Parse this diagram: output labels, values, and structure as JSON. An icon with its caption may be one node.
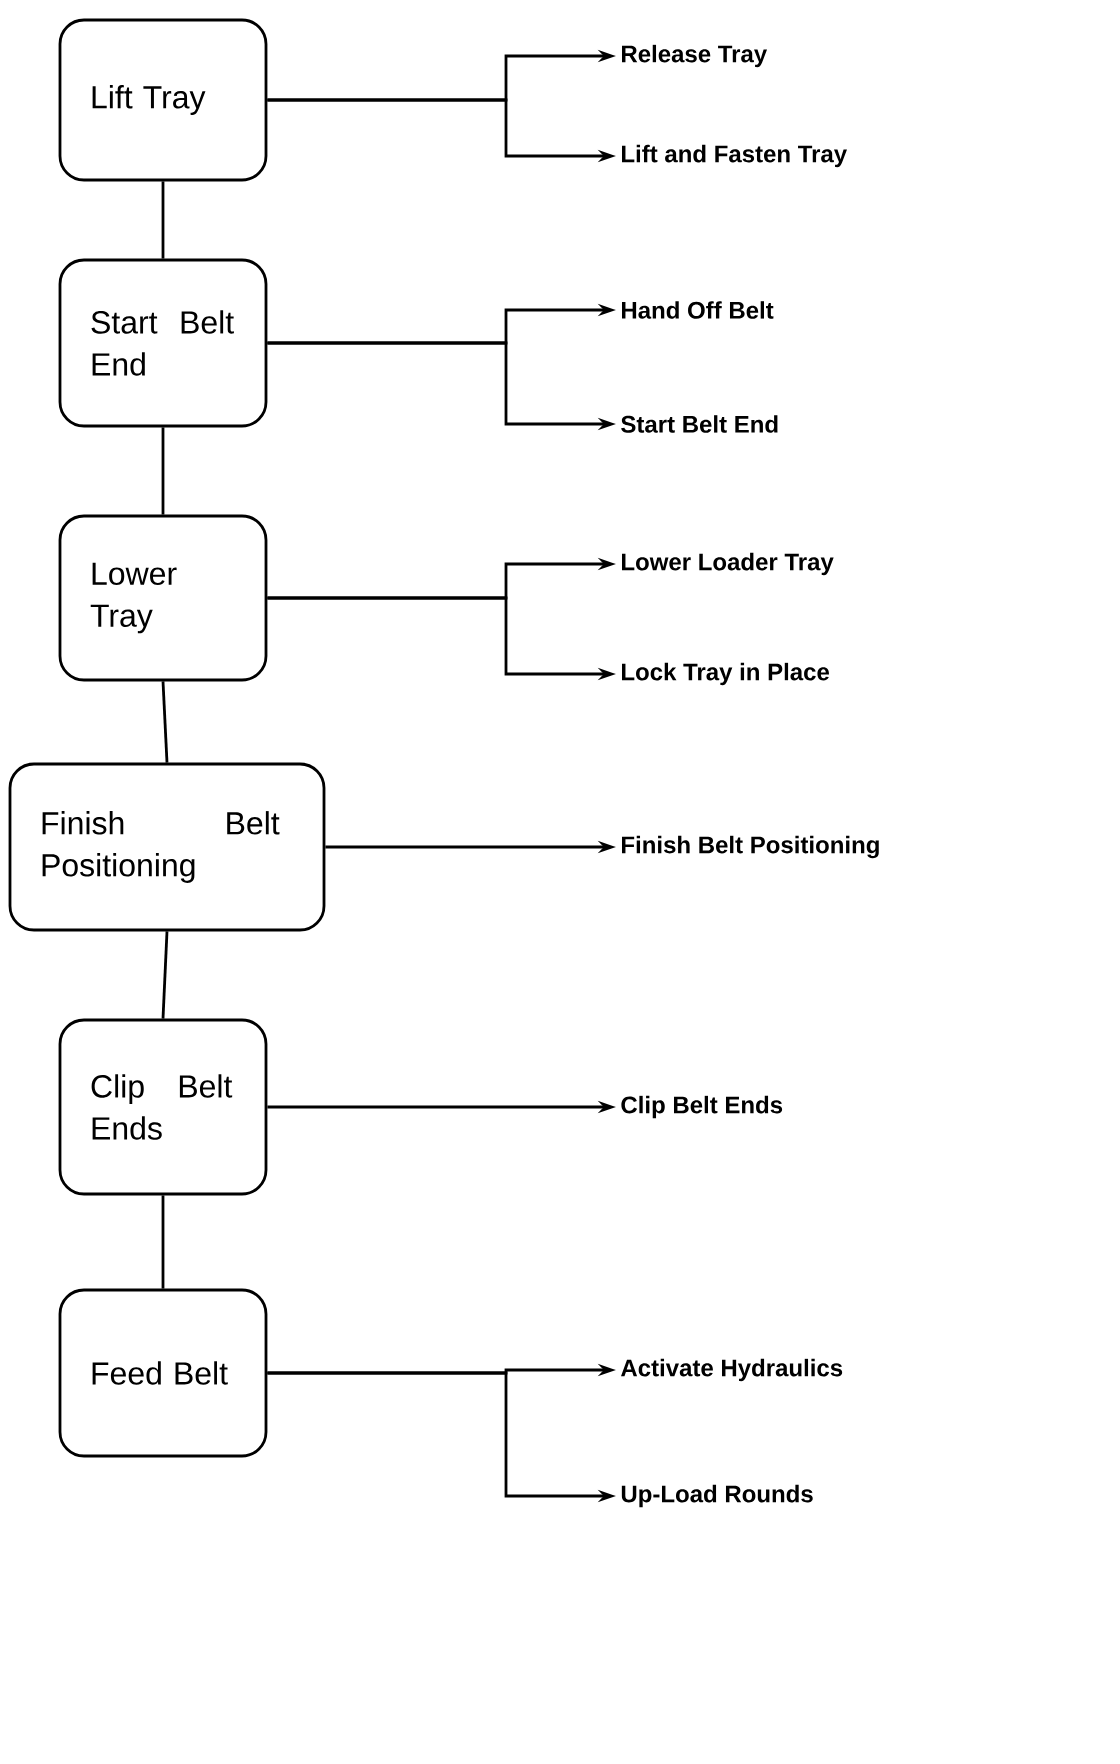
{
  "diagram": {
    "nodes": [
      {
        "text": [
          "Lift Tray"
        ]
      },
      {
        "text": [
          "Start Belt End"
        ]
      },
      {
        "text": [
          "Lower Tray"
        ]
      },
      {
        "text": [
          "Finish Belt Positioning"
        ]
      },
      {
        "text": [
          "Clip Belt Ends"
        ]
      },
      {
        "text": [
          "Feed Belt"
        ]
      },
      {
        "text": [
          "Release Tray"
        ]
      },
      {
        "text": [
          "Lift and Fasten Tray"
        ]
      },
      {
        "text": [
          "Hand Off Belt"
        ]
      },
      {
        "text": [
          "Start Belt End"
        ]
      },
      {
        "text": [
          "Lower Loader Tray"
        ]
      },
      {
        "text": [
          "Lock Tray in Place"
        ]
      },
      {
        "text": [
          "Finish Belt Positioning"
        ]
      },
      {
        "text": [
          "Clip Belt Ends"
        ]
      },
      {
        "text": [
          "Activate Hydraulics"
        ]
      },
      {
        "text": [
          "Up-Load Rounds"
        ]
      }
    ],
    "edges": [
      {
        "from": 0,
        "to": 1,
        "arrow": "none"
      },
      {
        "from": 1,
        "to": 2,
        "arrow": "none"
      },
      {
        "from": 2,
        "to": 3,
        "arrow": "none"
      },
      {
        "from": 3,
        "to": 4,
        "arrow": "none"
      },
      {
        "from": 4,
        "to": 5,
        "arrow": "none"
      },
      {
        "from": 0,
        "to": 6,
        "arrow": "to"
      },
      {
        "from": 0,
        "to": 7,
        "arrow": "to"
      },
      {
        "from": 1,
        "to": 8,
        "arrow": "to"
      },
      {
        "from": 1,
        "to": 9,
        "arrow": "to"
      },
      {
        "from": 2,
        "to": 10,
        "arrow": "to"
      },
      {
        "from": 2,
        "to": 11,
        "arrow": "to"
      },
      {
        "from": 3,
        "to": 12,
        "arrow": "to"
      },
      {
        "from": 4,
        "to": 13,
        "arrow": "to"
      },
      {
        "from": 5,
        "to": 14,
        "arrow": "to"
      },
      {
        "from": 5,
        "to": 15,
        "arrow": "to"
      }
    ]
  }
}
